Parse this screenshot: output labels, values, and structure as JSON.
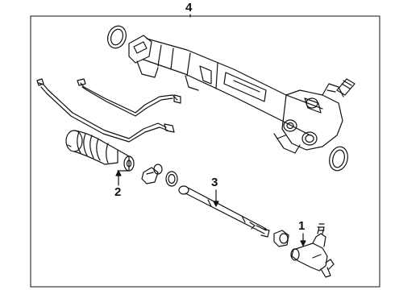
{
  "callouts": {
    "assembly": "4",
    "inner_tie_rod": "3",
    "boot": "2",
    "outer_tie_rod_end": "1"
  }
}
